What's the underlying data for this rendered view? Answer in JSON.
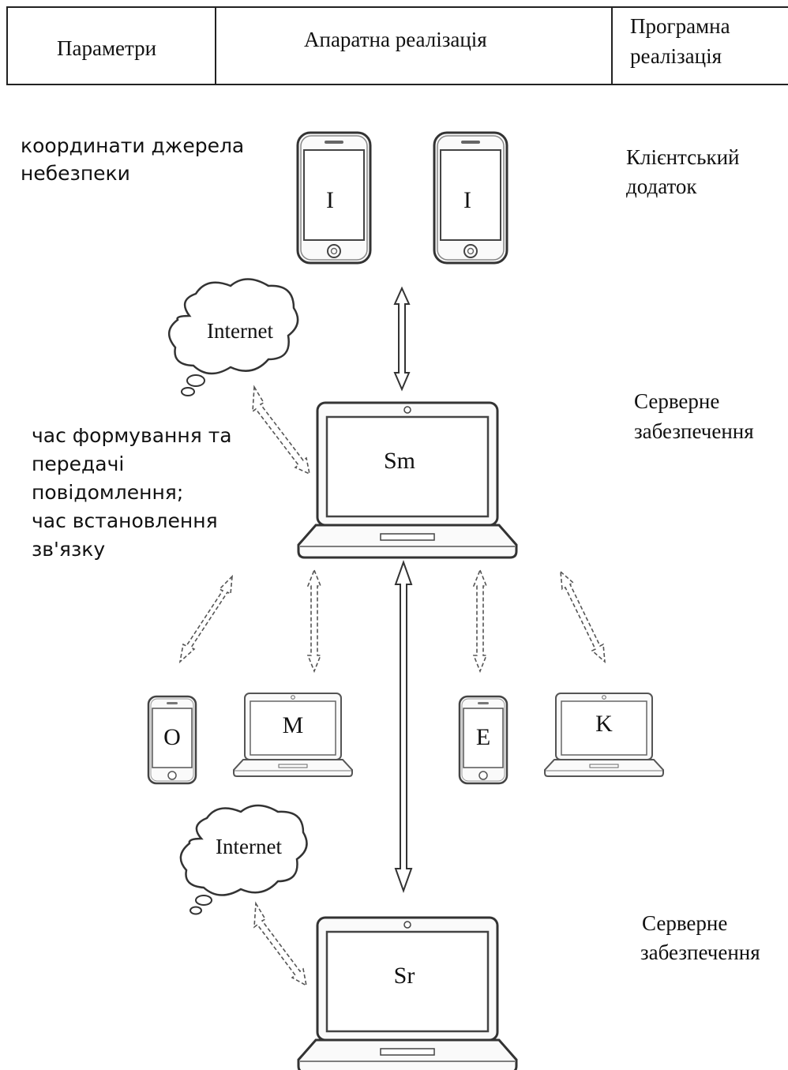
{
  "header": {
    "col1": "Параметри",
    "col2": "Апаратна реалізація",
    "col3_line1": "Програмна",
    "col3_line2": "реалізація"
  },
  "left_labels": {
    "coordinates_line1": "координати джерела",
    "coordinates_line2": "небезпеки",
    "timing_line1": "час формування та",
    "timing_line2": "передачі",
    "timing_line3": "повідомлення;",
    "timing_line4": "час встановлення",
    "timing_line5": "зв'язку"
  },
  "right_labels": {
    "client_line1": "Клієнтський",
    "client_line2": "додаток",
    "server1_line1": "Серверне",
    "server1_line2": "забезпечення",
    "server2_line1": "Серверне",
    "server2_line2": "забезпечення"
  },
  "devices": {
    "phone_left": "I",
    "phone_right": "I",
    "laptop_main": "Sm",
    "phone_o": "O",
    "laptop_m": "M",
    "phone_e": "E",
    "laptop_k": "K",
    "laptop_bottom": "Sr"
  },
  "clouds": {
    "top": "Internet",
    "bottom": "Internet"
  }
}
